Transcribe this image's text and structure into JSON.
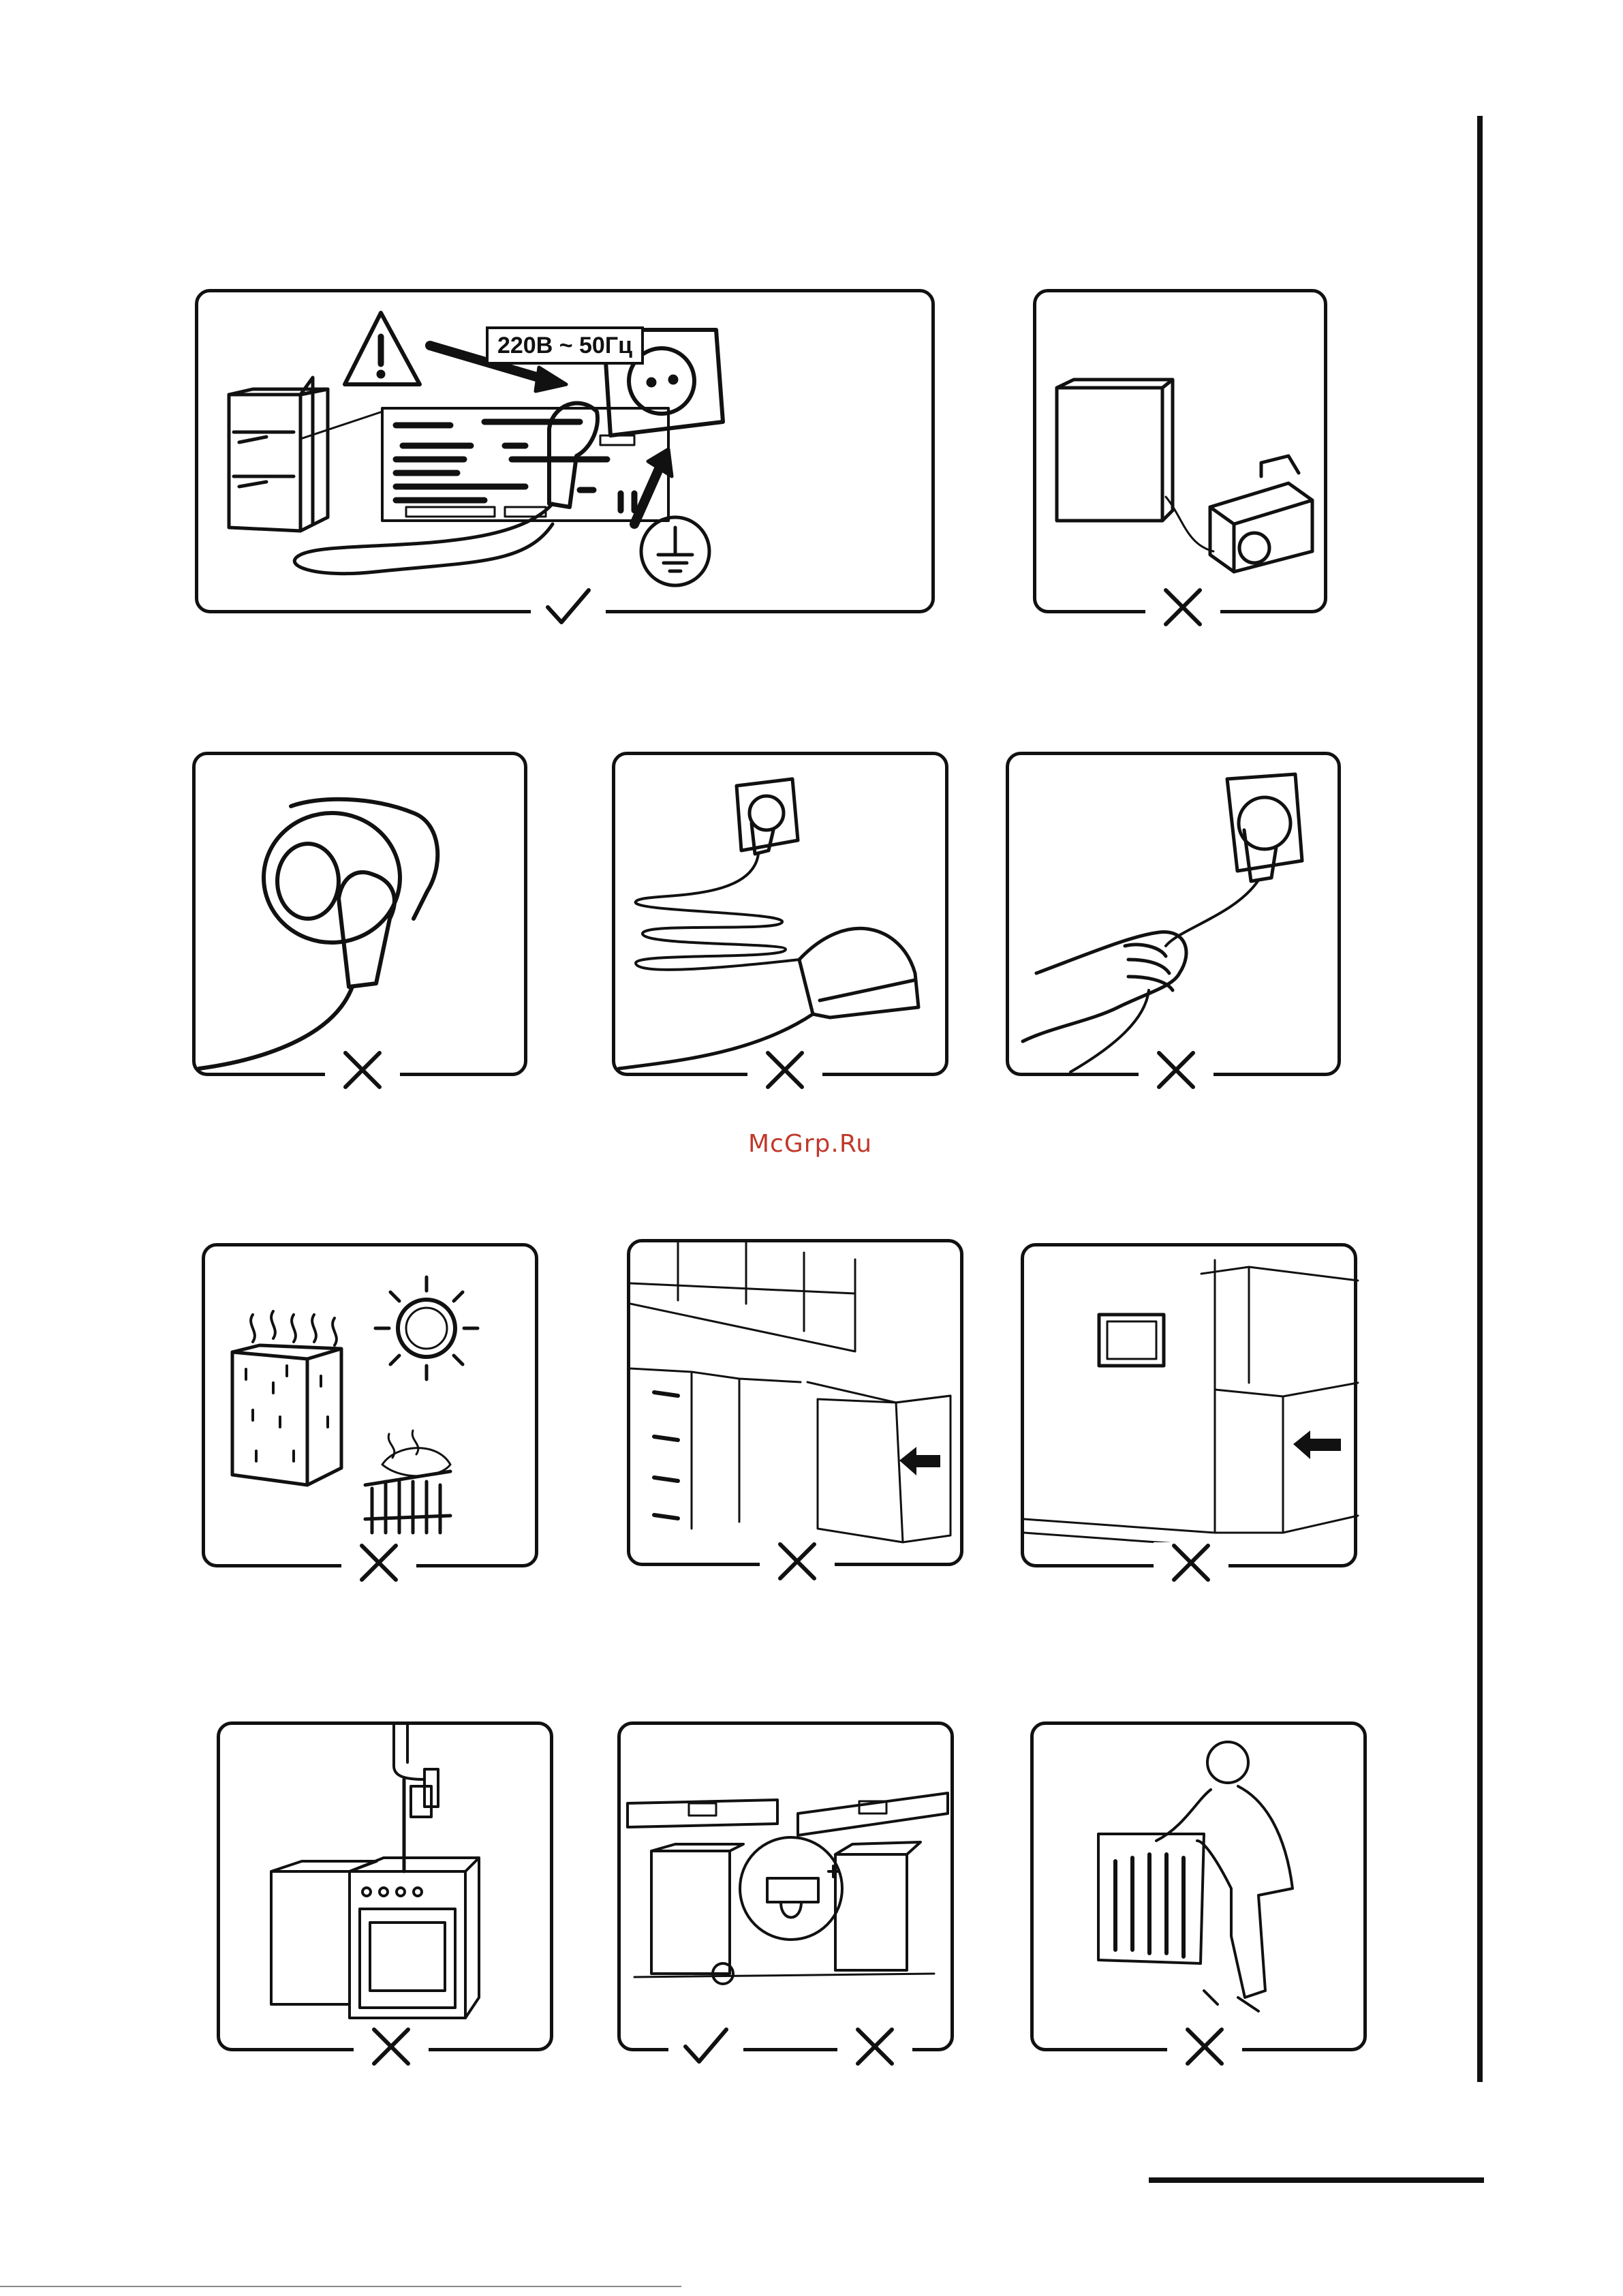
{
  "watermark": "McGrp.Ru",
  "rating_label": "220В  ~ 50Гц",
  "colors": {
    "ink": "#111111",
    "watermark": "#c0392b",
    "background": "#ffffff"
  },
  "panels": [
    {
      "id": "grounded-outlet",
      "verdict": "check",
      "icons": [
        "warning-triangle-icon",
        "ground-symbol-icon",
        "plug-icon",
        "socket-icon",
        "fridge-icon"
      ]
    },
    {
      "id": "generator",
      "verdict": "cross",
      "icons": [
        "fridge-icon",
        "generator-icon"
      ]
    },
    {
      "id": "damaged-socket",
      "verdict": "cross",
      "icons": [
        "socket-icon",
        "plug-icon"
      ]
    },
    {
      "id": "coiled-cord",
      "verdict": "cross",
      "icons": [
        "socket-icon",
        "plug-icon"
      ]
    },
    {
      "id": "pull-cord",
      "verdict": "cross",
      "icons": [
        "socket-icon",
        "hand-icon"
      ]
    },
    {
      "id": "heat-sources",
      "verdict": "cross",
      "icons": [
        "sun-icon",
        "radiator-icon",
        "fridge-icon"
      ]
    },
    {
      "id": "kitchen-cabinet",
      "verdict": "cross",
      "icons": [
        "cabinet-icon",
        "arrow-icon"
      ]
    },
    {
      "id": "wall-niche",
      "verdict": "cross",
      "icons": [
        "picture-frame-icon",
        "arrow-icon"
      ]
    },
    {
      "id": "near-gas-stove",
      "verdict": "cross",
      "icons": [
        "stove-icon",
        "gas-meter-icon",
        "fridge-icon"
      ]
    },
    {
      "id": "leveling",
      "verdict": "check-cross",
      "icons": [
        "spirit-level-icon",
        "leveling-foot-icon"
      ]
    },
    {
      "id": "back-coil",
      "verdict": "cross",
      "icons": [
        "person-icon",
        "condenser-coil-icon"
      ]
    }
  ]
}
